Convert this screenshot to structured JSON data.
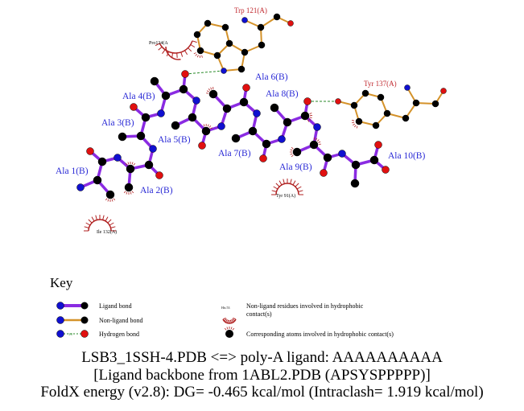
{
  "residues": {
    "trp121": "Trp 121(A)",
    "pro134": "Pro134(A",
    "tyr137": "Tyr 137(A)",
    "tyr91": "Tyr 91(A)",
    "ile132": "Ile 132(A)"
  },
  "ligand_labels": {
    "ala1": "Ala 1(B)",
    "ala2": "Ala 2(B)",
    "ala3": "Ala 3(B)",
    "ala4": "Ala 4(B)",
    "ala5": "Ala 5(B)",
    "ala6": "Ala 6(B)",
    "ala7": "Ala 7(B)",
    "ala8": "Ala 8(B)",
    "ala9": "Ala 9(B)",
    "ala10": "Ala 10(B)"
  },
  "key": {
    "title": "Key",
    "ligand_bond": "Ligand bond",
    "nonligand_bond": "Non-ligand bond",
    "hydrogen_bond": "Hydrogen bond",
    "hbond_length": "3.0",
    "example_residue": "His 53",
    "hydrophobic_residues": "Non-ligand residues involved in hydrophobic",
    "hydrophobic_residues_2": "contact(s)",
    "hydrophobic_atoms": "Corresponding atoms involved in hydrophobic contact(s)"
  },
  "caption": {
    "line1": "LSB3_1SSH-4.PDB <=> poly-A ligand: AAAAAAAAAA",
    "line2": "[Ligand backbone from 1ABL2.PDB (APSYSPPPPP)]",
    "line3": "FoldX energy (v2.8): DG= -0.465 kcal/mol (Intraclash= 1.919 kcal/mol)"
  },
  "colors": {
    "ligand_bond": "#8a2be2",
    "nonligand_bond": "#d4922a",
    "carbon": "#000000",
    "nitrogen": "#1010d0",
    "oxygen": "#e01010",
    "hbond": "#2a8a2a",
    "hydrophobic": "#b02020"
  }
}
